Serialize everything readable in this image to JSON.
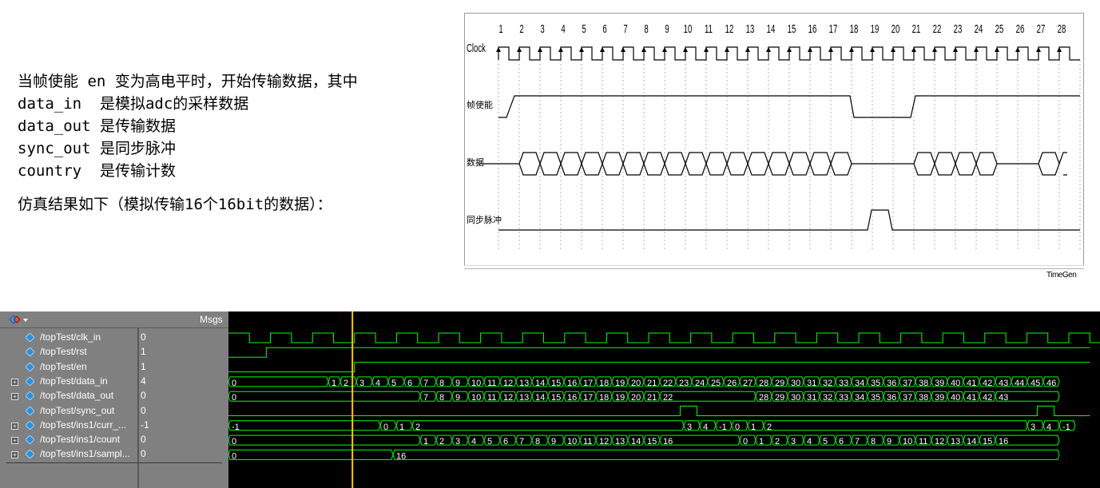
{
  "description": {
    "lines": [
      "当帧使能 en 变为高电平时，开始传输数据，其中",
      "data_in  是模拟adc的采样数据",
      "data_out 是传输数据",
      "sync_out 是同步脉冲",
      "country  是传输计数"
    ],
    "summary": "仿真结果如下（模拟传输16个16bit的数据）："
  },
  "timing_diagram": {
    "clock_label": "Clock",
    "cycle_numbers": [
      "1",
      "2",
      "3",
      "4",
      "5",
      "6",
      "7",
      "8",
      "9",
      "10",
      "11",
      "12",
      "13",
      "14",
      "15",
      "16",
      "17",
      "18",
      "19",
      "20",
      "21",
      "22",
      "23",
      "24",
      "25",
      "26",
      "27",
      "28"
    ],
    "signals": [
      {
        "name": "帧使能",
        "kind": "enable"
      },
      {
        "name": "数据",
        "kind": "bus"
      },
      {
        "name": "同步脉冲",
        "kind": "pulse"
      }
    ],
    "footer": "TimeGen"
  },
  "wave_window": {
    "header_msgs": "Msgs",
    "signals": [
      {
        "name": "/topTest/clk_in",
        "value": "0",
        "expandable": false
      },
      {
        "name": "/topTest/rst",
        "value": "1",
        "expandable": false
      },
      {
        "name": "/topTest/en",
        "value": "1",
        "expandable": false
      },
      {
        "name": "/topTest/data_in",
        "value": "4",
        "expandable": true
      },
      {
        "name": "/topTest/data_out",
        "value": "0",
        "expandable": true
      },
      {
        "name": "/topTest/sync_out",
        "value": "0",
        "expandable": false
      },
      {
        "name": "/topTest/ins1/curr_...",
        "value": "-1",
        "expandable": true
      },
      {
        "name": "/topTest/ins1/count",
        "value": "0",
        "expandable": true
      },
      {
        "name": "/topTest/ins1/sampl...",
        "value": "0",
        "expandable": true
      }
    ],
    "bus_segments": {
      "data_in": [
        {
          "label": "0",
          "from": 0,
          "to": 6.25
        },
        {
          "label": "1",
          "from": 6.25,
          "to": 7
        },
        {
          "label": "2",
          "from": 7,
          "to": 8
        },
        {
          "label": "3",
          "from": 8,
          "to": 9
        },
        {
          "label": "4",
          "from": 9,
          "to": 10
        },
        {
          "label": "5",
          "from": 10,
          "to": 11
        },
        {
          "label": "6",
          "from": 11,
          "to": 12
        },
        {
          "label": "7",
          "from": 12,
          "to": 13
        },
        {
          "label": "8",
          "from": 13,
          "to": 14
        },
        {
          "label": "9",
          "from": 14,
          "to": 15
        },
        {
          "label": "10",
          "from": 15,
          "to": 16
        },
        {
          "label": "11",
          "from": 16,
          "to": 17
        },
        {
          "label": "12",
          "from": 17,
          "to": 18
        },
        {
          "label": "13",
          "from": 18,
          "to": 19
        },
        {
          "label": "14",
          "from": 19,
          "to": 20
        },
        {
          "label": "15",
          "from": 20,
          "to": 21
        },
        {
          "label": "16",
          "from": 21,
          "to": 22
        },
        {
          "label": "17",
          "from": 22,
          "to": 23
        },
        {
          "label": "18",
          "from": 23,
          "to": 24
        },
        {
          "label": "19",
          "from": 24,
          "to": 25
        },
        {
          "label": "20",
          "from": 25,
          "to": 26
        },
        {
          "label": "21",
          "from": 26,
          "to": 27
        },
        {
          "label": "22",
          "from": 27,
          "to": 28
        },
        {
          "label": "23",
          "from": 28,
          "to": 29
        },
        {
          "label": "24",
          "from": 29,
          "to": 30
        },
        {
          "label": "25",
          "from": 30,
          "to": 31
        },
        {
          "label": "26",
          "from": 31,
          "to": 32
        },
        {
          "label": "27",
          "from": 32,
          "to": 33
        },
        {
          "label": "28",
          "from": 33,
          "to": 34
        },
        {
          "label": "29",
          "from": 34,
          "to": 35
        },
        {
          "label": "30",
          "from": 35,
          "to": 36
        },
        {
          "label": "31",
          "from": 36,
          "to": 37
        },
        {
          "label": "32",
          "from": 37,
          "to": 38
        },
        {
          "label": "33",
          "from": 38,
          "to": 39
        },
        {
          "label": "34",
          "from": 39,
          "to": 40
        },
        {
          "label": "35",
          "from": 40,
          "to": 41
        },
        {
          "label": "36",
          "from": 41,
          "to": 42
        },
        {
          "label": "37",
          "from": 42,
          "to": 43
        },
        {
          "label": "38",
          "from": 43,
          "to": 44
        },
        {
          "label": "39",
          "from": 44,
          "to": 45
        },
        {
          "label": "40",
          "from": 45,
          "to": 46
        },
        {
          "label": "41",
          "from": 46,
          "to": 47
        },
        {
          "label": "42",
          "from": 47,
          "to": 48
        },
        {
          "label": "43",
          "from": 48,
          "to": 49
        },
        {
          "label": "44",
          "from": 49,
          "to": 50
        },
        {
          "label": "45",
          "from": 50,
          "to": 51
        },
        {
          "label": "46",
          "from": 51,
          "to": 52
        }
      ],
      "data_out": [
        {
          "label": "0",
          "from": 0,
          "to": 12
        },
        {
          "label": "7",
          "from": 12,
          "to": 13
        },
        {
          "label": "8",
          "from": 13,
          "to": 14
        },
        {
          "label": "9",
          "from": 14,
          "to": 15
        },
        {
          "label": "10",
          "from": 15,
          "to": 16
        },
        {
          "label": "11",
          "from": 16,
          "to": 17
        },
        {
          "label": "12",
          "from": 17,
          "to": 18
        },
        {
          "label": "13",
          "from": 18,
          "to": 19
        },
        {
          "label": "14",
          "from": 19,
          "to": 20
        },
        {
          "label": "15",
          "from": 20,
          "to": 21
        },
        {
          "label": "16",
          "from": 21,
          "to": 22
        },
        {
          "label": "17",
          "from": 22,
          "to": 23
        },
        {
          "label": "18",
          "from": 23,
          "to": 24
        },
        {
          "label": "19",
          "from": 24,
          "to": 25
        },
        {
          "label": "20",
          "from": 25,
          "to": 26
        },
        {
          "label": "21",
          "from": 26,
          "to": 27
        },
        {
          "label": "22",
          "from": 27,
          "to": 33
        },
        {
          "label": "28",
          "from": 33,
          "to": 34
        },
        {
          "label": "29",
          "from": 34,
          "to": 35
        },
        {
          "label": "30",
          "from": 35,
          "to": 36
        },
        {
          "label": "31",
          "from": 36,
          "to": 37
        },
        {
          "label": "32",
          "from": 37,
          "to": 38
        },
        {
          "label": "33",
          "from": 38,
          "to": 39
        },
        {
          "label": "34",
          "from": 39,
          "to": 40
        },
        {
          "label": "35",
          "from": 40,
          "to": 41
        },
        {
          "label": "36",
          "from": 41,
          "to": 42
        },
        {
          "label": "37",
          "from": 42,
          "to": 43
        },
        {
          "label": "38",
          "from": 43,
          "to": 44
        },
        {
          "label": "39",
          "from": 44,
          "to": 45
        },
        {
          "label": "40",
          "from": 45,
          "to": 46
        },
        {
          "label": "41",
          "from": 46,
          "to": 47
        },
        {
          "label": "42",
          "from": 47,
          "to": 48
        },
        {
          "label": "43",
          "from": 48,
          "to": 52
        }
      ],
      "curr": [
        {
          "label": "-1",
          "from": 0,
          "to": 9.5
        },
        {
          "label": "0",
          "from": 9.5,
          "to": 10.5
        },
        {
          "label": "1",
          "from": 10.5,
          "to": 11.5
        },
        {
          "label": "2",
          "from": 11.5,
          "to": 28.5
        },
        {
          "label": "3",
          "from": 28.5,
          "to": 29.5
        },
        {
          "label": "4",
          "from": 29.5,
          "to": 30.5
        },
        {
          "label": "-1",
          "from": 30.5,
          "to": 31.5
        },
        {
          "label": "0",
          "from": 31.5,
          "to": 32.5
        },
        {
          "label": "1",
          "from": 32.5,
          "to": 33.5
        },
        {
          "label": "2",
          "from": 33.5,
          "to": 50
        },
        {
          "label": "3",
          "from": 50,
          "to": 51
        },
        {
          "label": "4",
          "from": 51,
          "to": 52
        },
        {
          "label": "-1",
          "from": 52,
          "to": 53
        }
      ],
      "count": [
        {
          "label": "0",
          "from": 0,
          "to": 12
        },
        {
          "label": "1",
          "from": 12,
          "to": 13
        },
        {
          "label": "2",
          "from": 13,
          "to": 14
        },
        {
          "label": "3",
          "from": 14,
          "to": 15
        },
        {
          "label": "4",
          "from": 15,
          "to": 16
        },
        {
          "label": "5",
          "from": 16,
          "to": 17
        },
        {
          "label": "6",
          "from": 17,
          "to": 18
        },
        {
          "label": "7",
          "from": 18,
          "to": 19
        },
        {
          "label": "8",
          "from": 19,
          "to": 20
        },
        {
          "label": "9",
          "from": 20,
          "to": 21
        },
        {
          "label": "10",
          "from": 21,
          "to": 22
        },
        {
          "label": "11",
          "from": 22,
          "to": 23
        },
        {
          "label": "12",
          "from": 23,
          "to": 24
        },
        {
          "label": "13",
          "from": 24,
          "to": 25
        },
        {
          "label": "14",
          "from": 25,
          "to": 26
        },
        {
          "label": "15",
          "from": 26,
          "to": 27
        },
        {
          "label": "16",
          "from": 27,
          "to": 32
        },
        {
          "label": "0",
          "from": 32,
          "to": 33
        },
        {
          "label": "1",
          "from": 33,
          "to": 34
        },
        {
          "label": "2",
          "from": 34,
          "to": 35
        },
        {
          "label": "3",
          "from": 35,
          "to": 36
        },
        {
          "label": "4",
          "from": 36,
          "to": 37
        },
        {
          "label": "5",
          "from": 37,
          "to": 38
        },
        {
          "label": "6",
          "from": 38,
          "to": 39
        },
        {
          "label": "7",
          "from": 39,
          "to": 40
        },
        {
          "label": "8",
          "from": 40,
          "to": 41
        },
        {
          "label": "9",
          "from": 41,
          "to": 42
        },
        {
          "label": "10",
          "from": 42,
          "to": 43
        },
        {
          "label": "11",
          "from": 43,
          "to": 44
        },
        {
          "label": "12",
          "from": 44,
          "to": 45
        },
        {
          "label": "13",
          "from": 45,
          "to": 46
        },
        {
          "label": "14",
          "from": 46,
          "to": 47
        },
        {
          "label": "15",
          "from": 47,
          "to": 48
        },
        {
          "label": "16",
          "from": 48,
          "to": 52
        }
      ],
      "sample": [
        {
          "label": "0",
          "from": 0,
          "to": 10.3
        },
        {
          "label": "16",
          "from": 10.3,
          "to": 52
        }
      ]
    },
    "colors": {
      "wave": "#00ff00",
      "cursor": "#ffcc00",
      "label": "#ffffff"
    }
  }
}
